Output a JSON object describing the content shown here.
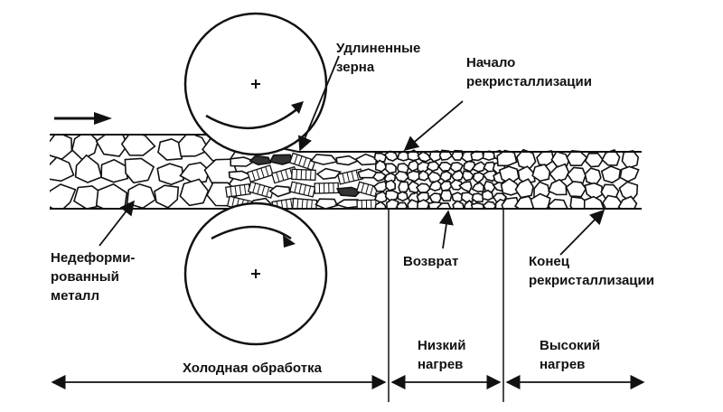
{
  "labels": {
    "elongated_grains": [
      "Удлиненные",
      "зерна"
    ],
    "recrystallization_start": [
      "Начало",
      "рекристаллизации"
    ],
    "undeformed_metal": [
      "Недеформи-",
      "рованный",
      "металл"
    ],
    "recovery": "Возврат",
    "recrystallization_end": [
      "Конец",
      "рекристаллизации"
    ],
    "low_heating": [
      "Низкий",
      "нагрев"
    ],
    "high_heating": [
      "Высокий",
      "нагрев"
    ],
    "cold_working": "Холодная обработка"
  },
  "colors": {
    "ink": "#111111",
    "background": "#ffffff"
  }
}
